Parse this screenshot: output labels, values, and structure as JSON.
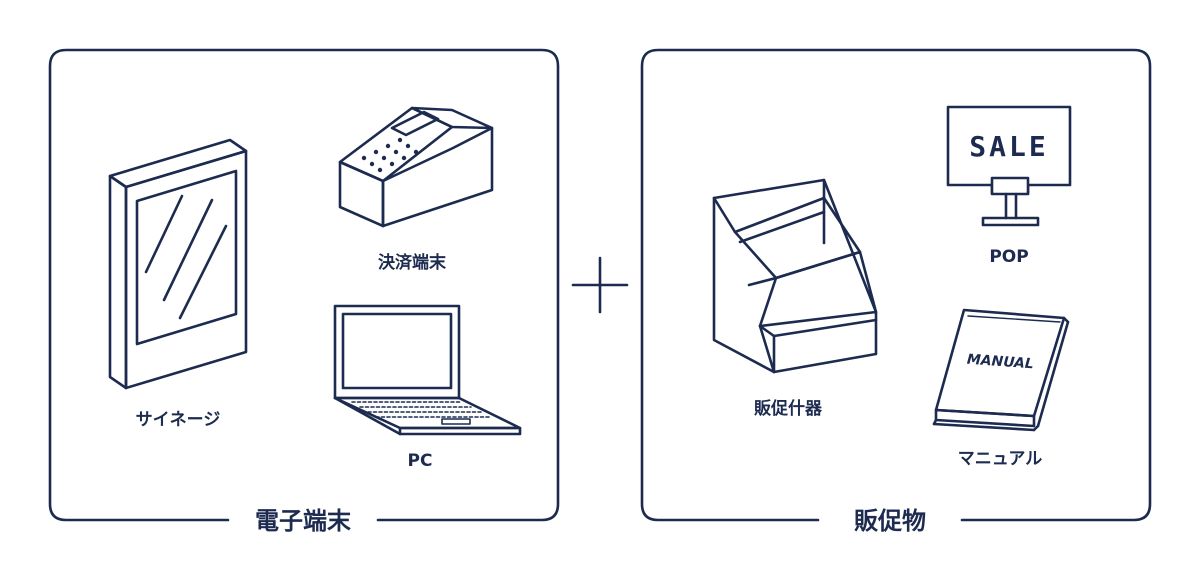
{
  "colors": {
    "stroke": "#1c2b4f",
    "background": "#ffffff"
  },
  "groups": {
    "electronic": {
      "title": "電子端末",
      "items": {
        "signage": "サイネージ",
        "payment_terminal": "決済端末",
        "pc": "PC"
      }
    },
    "promo": {
      "title": "販促物",
      "items": {
        "fixture": "販促什器",
        "pop": "POP",
        "pop_sign_text": "SALE",
        "manual": "マニュアル",
        "manual_cover_text": "MANUAL"
      }
    }
  },
  "connector": {
    "icon": "plus-icon"
  }
}
